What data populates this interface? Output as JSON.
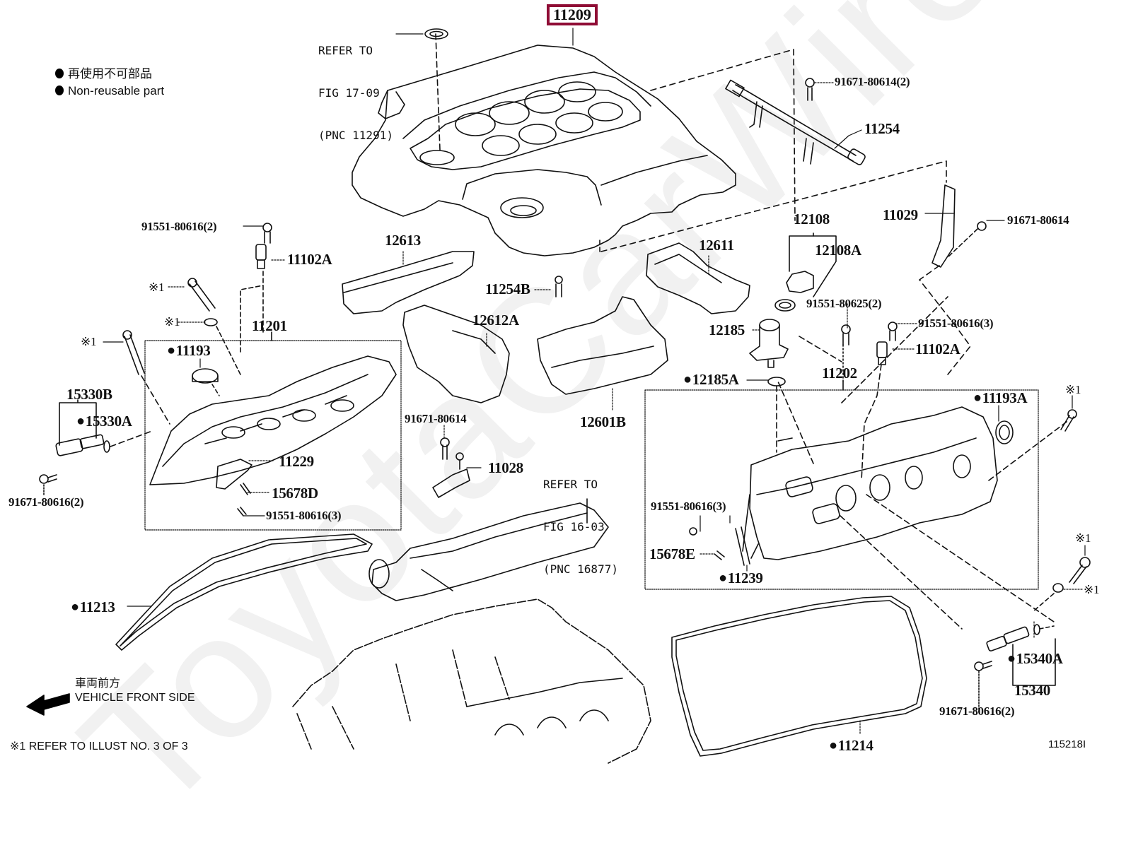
{
  "diagram": {
    "highlighted_part": "11209",
    "highlight_color": "#8f0c35",
    "watermark": "ToyotaCarWire.ru",
    "legend": {
      "non_reusable_jp": "再使用不可部品",
      "non_reusable_en": "Non-reusable part"
    },
    "refer_top": [
      "REFER TO",
      "FIG 17-09",
      "(PNC 11291)"
    ],
    "refer_mid": [
      "REFER TO",
      "FIG 16-03",
      "(PNC 16877)"
    ],
    "front_side": {
      "jp": "車両前方",
      "en": "VEHICLE FRONT SIDE"
    },
    "footnote": "※1 REFER TO ILLUST NO. 3 OF 3",
    "illustration_number": "115218I",
    "ref_mark": "※1",
    "parts": {
      "p11209": "11209",
      "p11254": "11254",
      "b91671_80614_2": "91671-80614(2)",
      "p11029": "11029",
      "b91671_80614_r": "91671-80614",
      "b91551_80616_2": "91551-80616(2)",
      "p11102A_l": "11102A",
      "p12613": "12613",
      "p12611": "12611",
      "p12108": "12108",
      "p12108A": "12108A",
      "p11254B": "11254B",
      "b91551_80625_2": "91551-80625(2)",
      "b91551_80616_3_r": "91551-80616(3)",
      "p11102A_r": "11102A",
      "p11201": "11201",
      "p12612A": "12612A",
      "p12185": "12185",
      "p11202": "11202",
      "p11193": "11193",
      "p12185A": "12185A",
      "p11193A": "11193A",
      "p15330B": "15330B",
      "p15330A": "15330A",
      "p12601B": "12601B",
      "b91671_80614_m": "91671-80614",
      "p11028": "11028",
      "p11229": "11229",
      "p15678D": "15678D",
      "b91671_80616_2_l": "91671-80616(2)",
      "b91551_80616_3_l": "91551-80616(3)",
      "b91551_80616_3_m": "91551-80616(3)",
      "p15678E": "15678E",
      "p11239": "11239",
      "p11213": "11213",
      "p15340A": "15340A",
      "p15340": "15340",
      "b91671_80616_2_r": "91671-80616(2)",
      "p11214": "11214"
    }
  }
}
